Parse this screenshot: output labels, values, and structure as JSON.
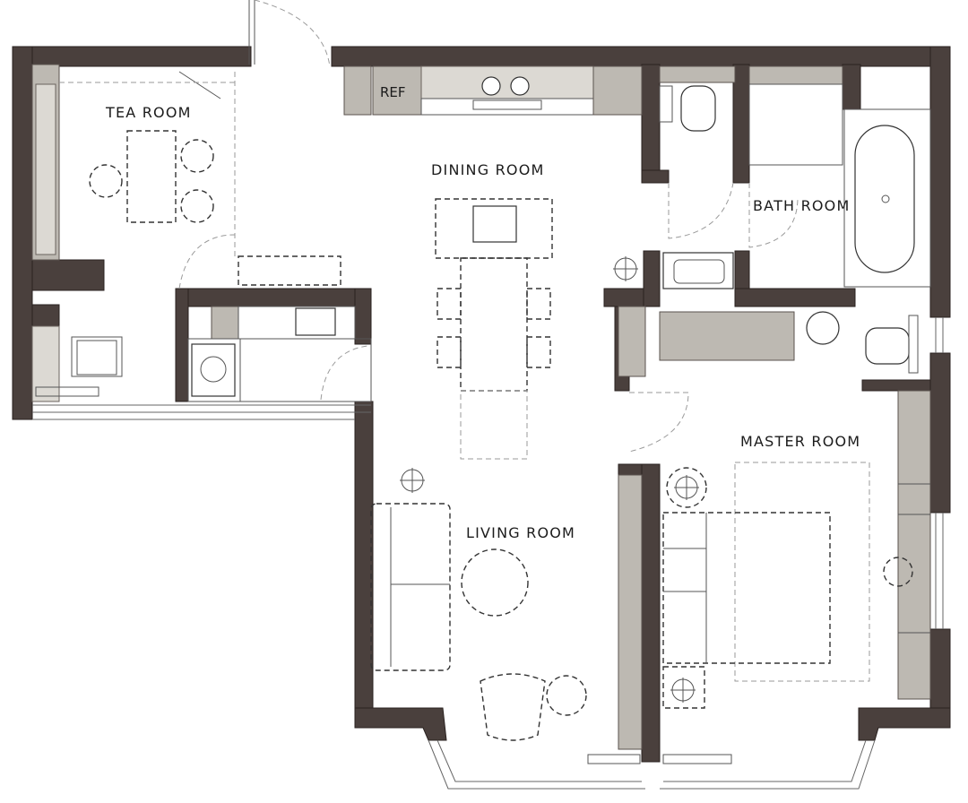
{
  "rooms": {
    "tea_room": "TEA ROOM",
    "dining_room": "DINING ROOM",
    "bath_room": "BATH ROOM",
    "master_room": "MASTER ROOM",
    "living_room": "LIVING ROOM"
  },
  "labels": {
    "refrigerator": "REF"
  },
  "colors": {
    "wall": "#4a403d",
    "cabinet": "#bdb9b2",
    "background": "#ffffff"
  }
}
